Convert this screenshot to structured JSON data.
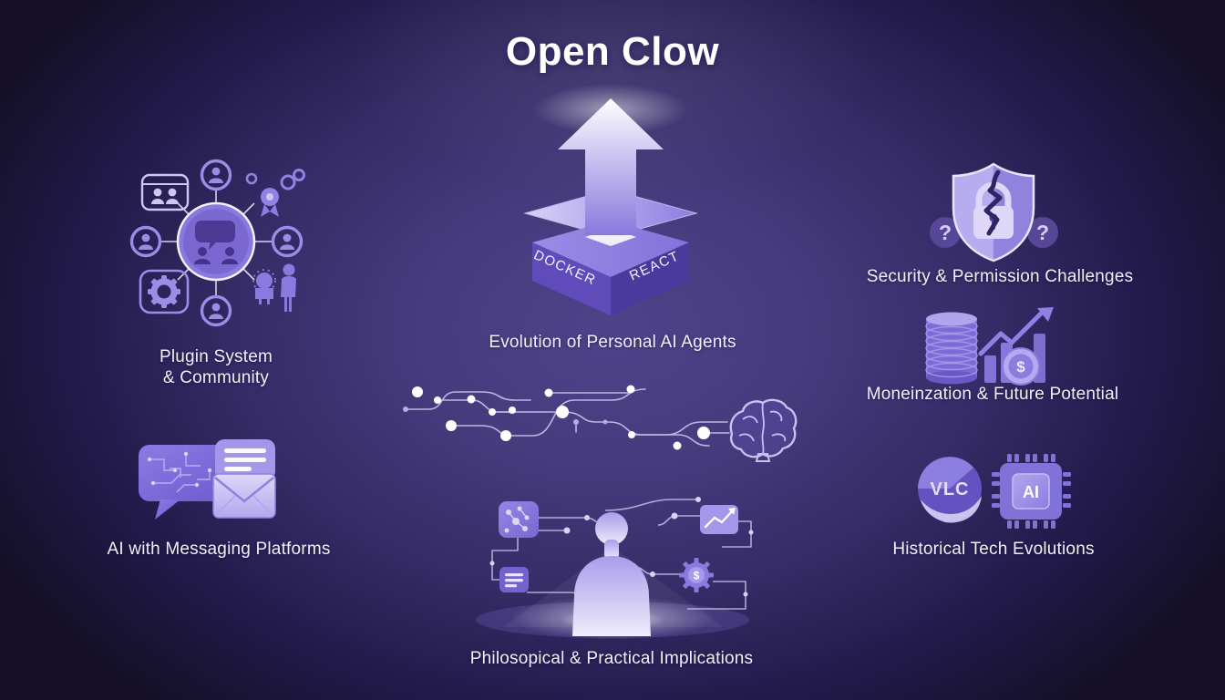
{
  "title": "Open Clow",
  "sections": {
    "plugin_system": {
      "line1": "Plugin System",
      "line2": "& Community"
    },
    "evolution": {
      "label": "Evolution of Personal AI Agents",
      "box_left": "DOCKER",
      "box_right": "REACT"
    },
    "security": {
      "label": "Security & Permission Challenges",
      "qmark": "?"
    },
    "monetization": {
      "label": "Moneinzation & Future Potential",
      "dollar": "$"
    },
    "messaging": {
      "label": "AI with Messaging Platforms"
    },
    "historical": {
      "label": "Historical Tech Evolutions",
      "vlc": "VLC",
      "chip": "AI"
    },
    "philosophical": {
      "label": "Philosopical & Practical Implications",
      "dollar": "$"
    }
  },
  "icons": {
    "community-network-icon": "hub-and-spoke network of user avatars, gear, award badge, people",
    "upgrade-platform-icon": "isometric platform labeled DOCKER/REACT with large upward arrow",
    "shield-lock-icon": "shield with cracked padlock flanked by question marks",
    "coins-growth-icon": "coin stack, bar chart, rising arrow, dollar badge",
    "circuit-brain-icon": "winding circuit traces with nodes ending at a brain",
    "chat-circuit-icon": "speech bubbles with circuit traces and envelope",
    "vlc-icon": "round media-player logo with swoosh",
    "ai-chip-icon": "microchip labeled AI",
    "human-network-icon": "glowing human silhouette wired to molecule, notes, chart and gear-dollar icons"
  },
  "colors": {
    "background_center": "#4e4389",
    "background_edge": "#151028",
    "text": "#f2effa",
    "purple_main": "#8d7ce2",
    "purple_deep": "#5d4bb8",
    "lavender_light": "#cdc4f2",
    "white": "#ffffff"
  }
}
